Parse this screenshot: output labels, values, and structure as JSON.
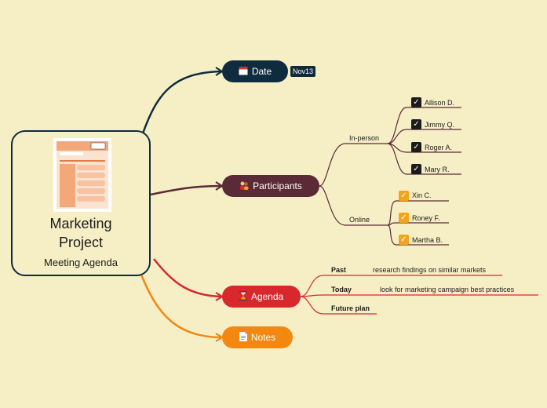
{
  "central": {
    "title_line1": "Marketing",
    "title_line2": "Project",
    "subtitle": "Meeting Agenda",
    "thumbnail_icon": "meeting-agenda-document-icon"
  },
  "date": {
    "label": "Date",
    "icon": "calendar-icon",
    "value": "Nov13"
  },
  "participants": {
    "label": "Participants",
    "icon": "people-icon",
    "in_person_label": "In-person",
    "in_person": [
      "Allison D.",
      "Jimmy Q.",
      "Roger A.",
      "Mary R."
    ],
    "online_label": "Online",
    "online": [
      "Xin C.",
      "Roney F.",
      "Martha B."
    ]
  },
  "agenda": {
    "label": "Agenda",
    "icon": "hourglass-icon",
    "items": [
      {
        "key": "Past",
        "text": "research findings on similar markets"
      },
      {
        "key": "Today",
        "text": "look for marketing campaign best practices"
      },
      {
        "key": "Future plan",
        "text": ""
      }
    ]
  },
  "notes": {
    "label": "Notes",
    "icon": "note-icon"
  },
  "colors": {
    "background": "#f6efc6",
    "date": "#0f2c3e",
    "participants": "#5a2a36",
    "agenda": "#d9272e",
    "notes": "#f4870f",
    "online_check": "#f4a31b",
    "in_person_check": "#1b1b1b"
  }
}
